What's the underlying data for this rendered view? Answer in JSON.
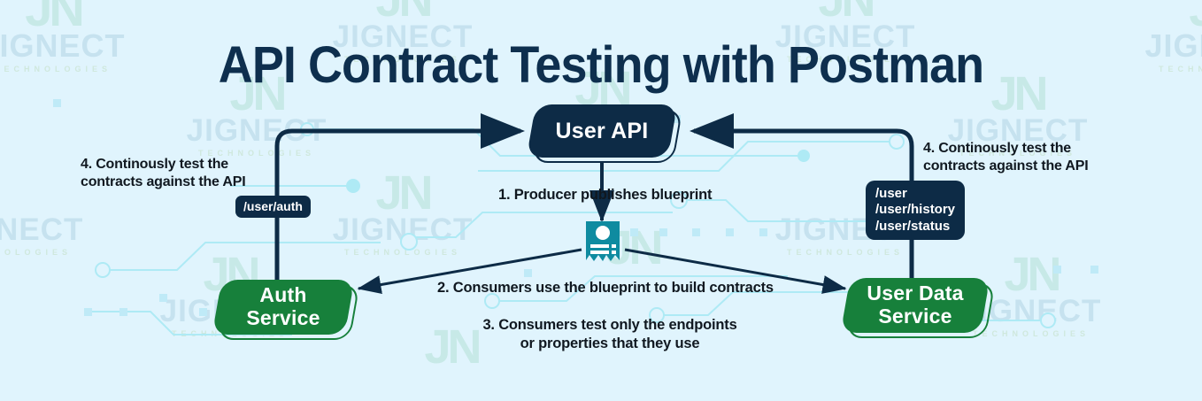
{
  "page": {
    "title": "API Contract Testing with Postman",
    "background_color": "#e0f4fd",
    "title_color": "#0e2f4e"
  },
  "watermark": {
    "brand": "JIGNECT",
    "tagline": "TECHNOLOGIES",
    "monogram": "JN"
  },
  "nodes": {
    "user_api": {
      "label": "User API",
      "color": "#0d2b46"
    },
    "auth_service": {
      "label_line1": "Auth",
      "label_line2": "Service",
      "color": "#17803b"
    },
    "user_data_service": {
      "label_line1": "User Data",
      "label_line2": "Service",
      "color": "#17803b"
    }
  },
  "badges": {
    "auth_endpoint": "/user/auth",
    "user_data_endpoints": "/user\n/user/history\n/user/status"
  },
  "icons": {
    "blueprint": "certificate-blueprint-icon",
    "blueprint_color": "#0f8ba0"
  },
  "captions": {
    "step1": "1. Producer publishes blueprint",
    "step2": "2. Consumers use the blueprint to build contracts",
    "step3_line1": "3. Consumers test only the endpoints",
    "step3_line2": "or properties that they use",
    "step4_left_line1": "4. Continously test the",
    "step4_left_line2": "contracts against the API",
    "step4_right_line1": "4. Continously test the",
    "step4_right_line2": "contracts against the API"
  },
  "arrows": {
    "auth_to_user_api": "feedback-arrow-left",
    "user_data_to_user_api": "feedback-arrow-right",
    "user_api_to_blueprint": "publish-arrow-down",
    "blueprint_to_auth": "consume-arrow-down-left",
    "blueprint_to_user_data": "consume-arrow-down-right"
  }
}
